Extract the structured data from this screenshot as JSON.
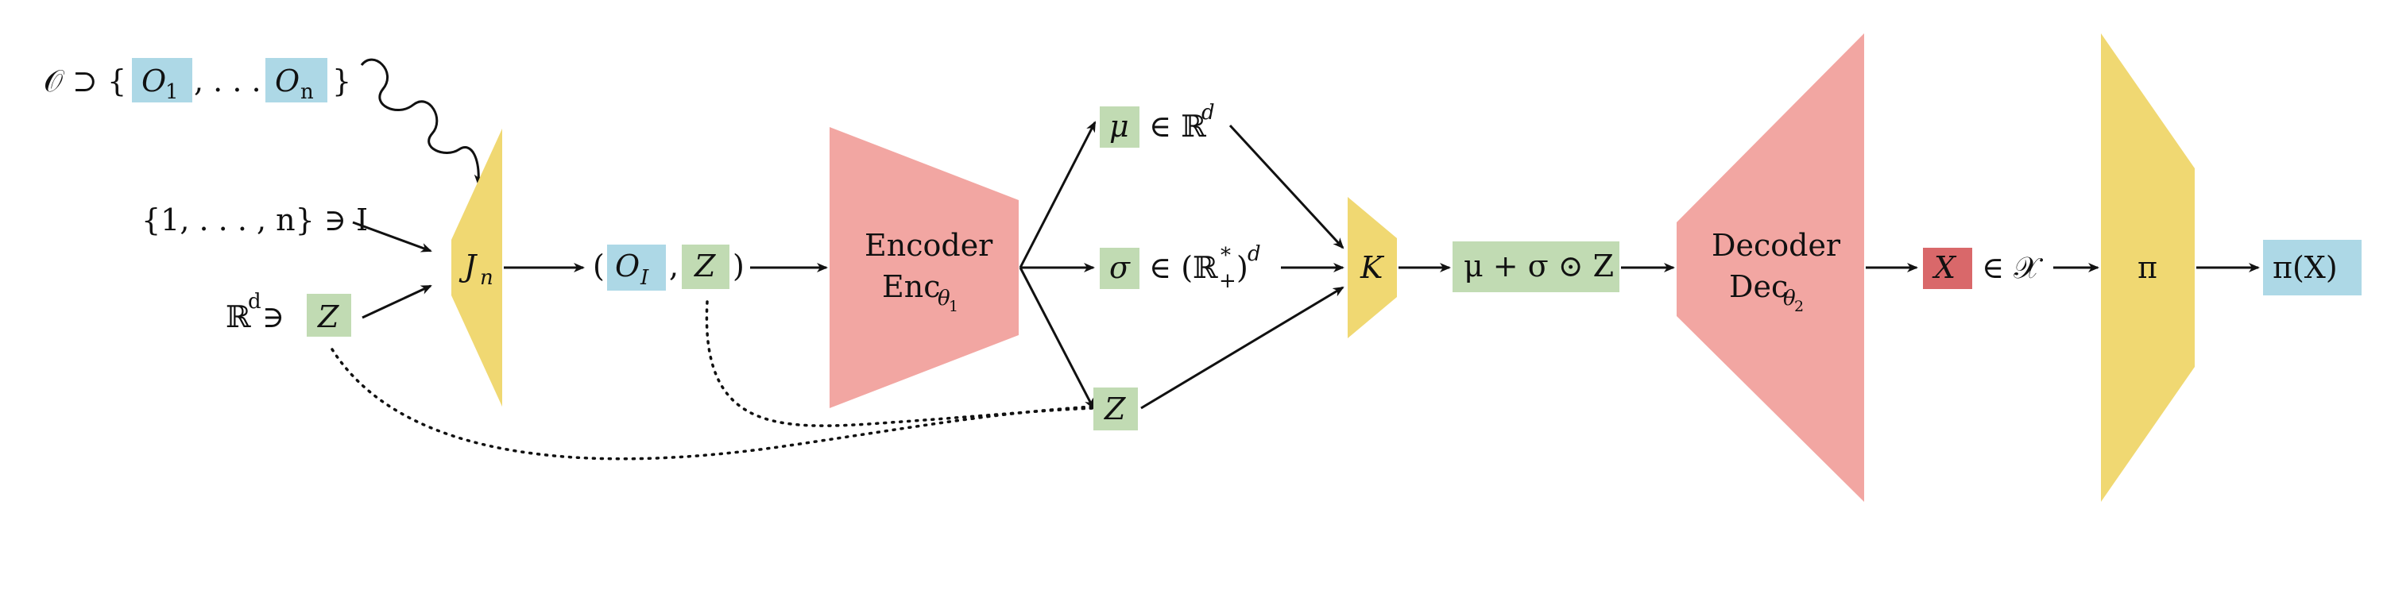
{
  "diagram": {
    "top_set": {
      "prefix": "𝒪 ⊃ {",
      "o1": "O",
      "o1_sub": "1",
      "sep": ", . . . ,",
      "on": "O",
      "on_sub": "n",
      "suffix": "}"
    },
    "index_input": {
      "text": "{1, . . . , n} ∋ I"
    },
    "noise_input": {
      "prefix": "ℝ",
      "sup": "d",
      "op": " ∋",
      "z": "Z"
    },
    "jn": {
      "j": "J",
      "sub": "n"
    },
    "pair": {
      "open": "(",
      "o": "O",
      "o_sub": "I",
      "comma": ",",
      "z": "Z",
      "close": ")"
    },
    "encoder": {
      "line1": "Encoder",
      "line2": "Enc",
      "sub": "θ",
      "sub2": "1"
    },
    "mu": {
      "sym": "μ",
      "rest": "∈ ℝ",
      "sup": "d"
    },
    "sigma": {
      "sym": "σ",
      "rest": "∈ (ℝ",
      "sup": "*",
      "sub": "+",
      "close": ")",
      "sup2": "d"
    },
    "z_mid": {
      "sym": "Z"
    },
    "k": {
      "sym": "K"
    },
    "reparam": {
      "text": "μ + σ ⊙ Z"
    },
    "decoder": {
      "line1": "Decoder",
      "line2": "Dec",
      "sub": "θ",
      "sub2": "2"
    },
    "x_out": {
      "sym": "X",
      "rest": "∈ 𝒳"
    },
    "pi": {
      "sym": "π"
    },
    "pi_x": {
      "text": "π(X)"
    },
    "colors": {
      "blue": "#add8e6",
      "green": "#c1dbb3",
      "yellow": "#f0d872",
      "pink": "#f2a6a2",
      "red": "#d9686a"
    }
  }
}
